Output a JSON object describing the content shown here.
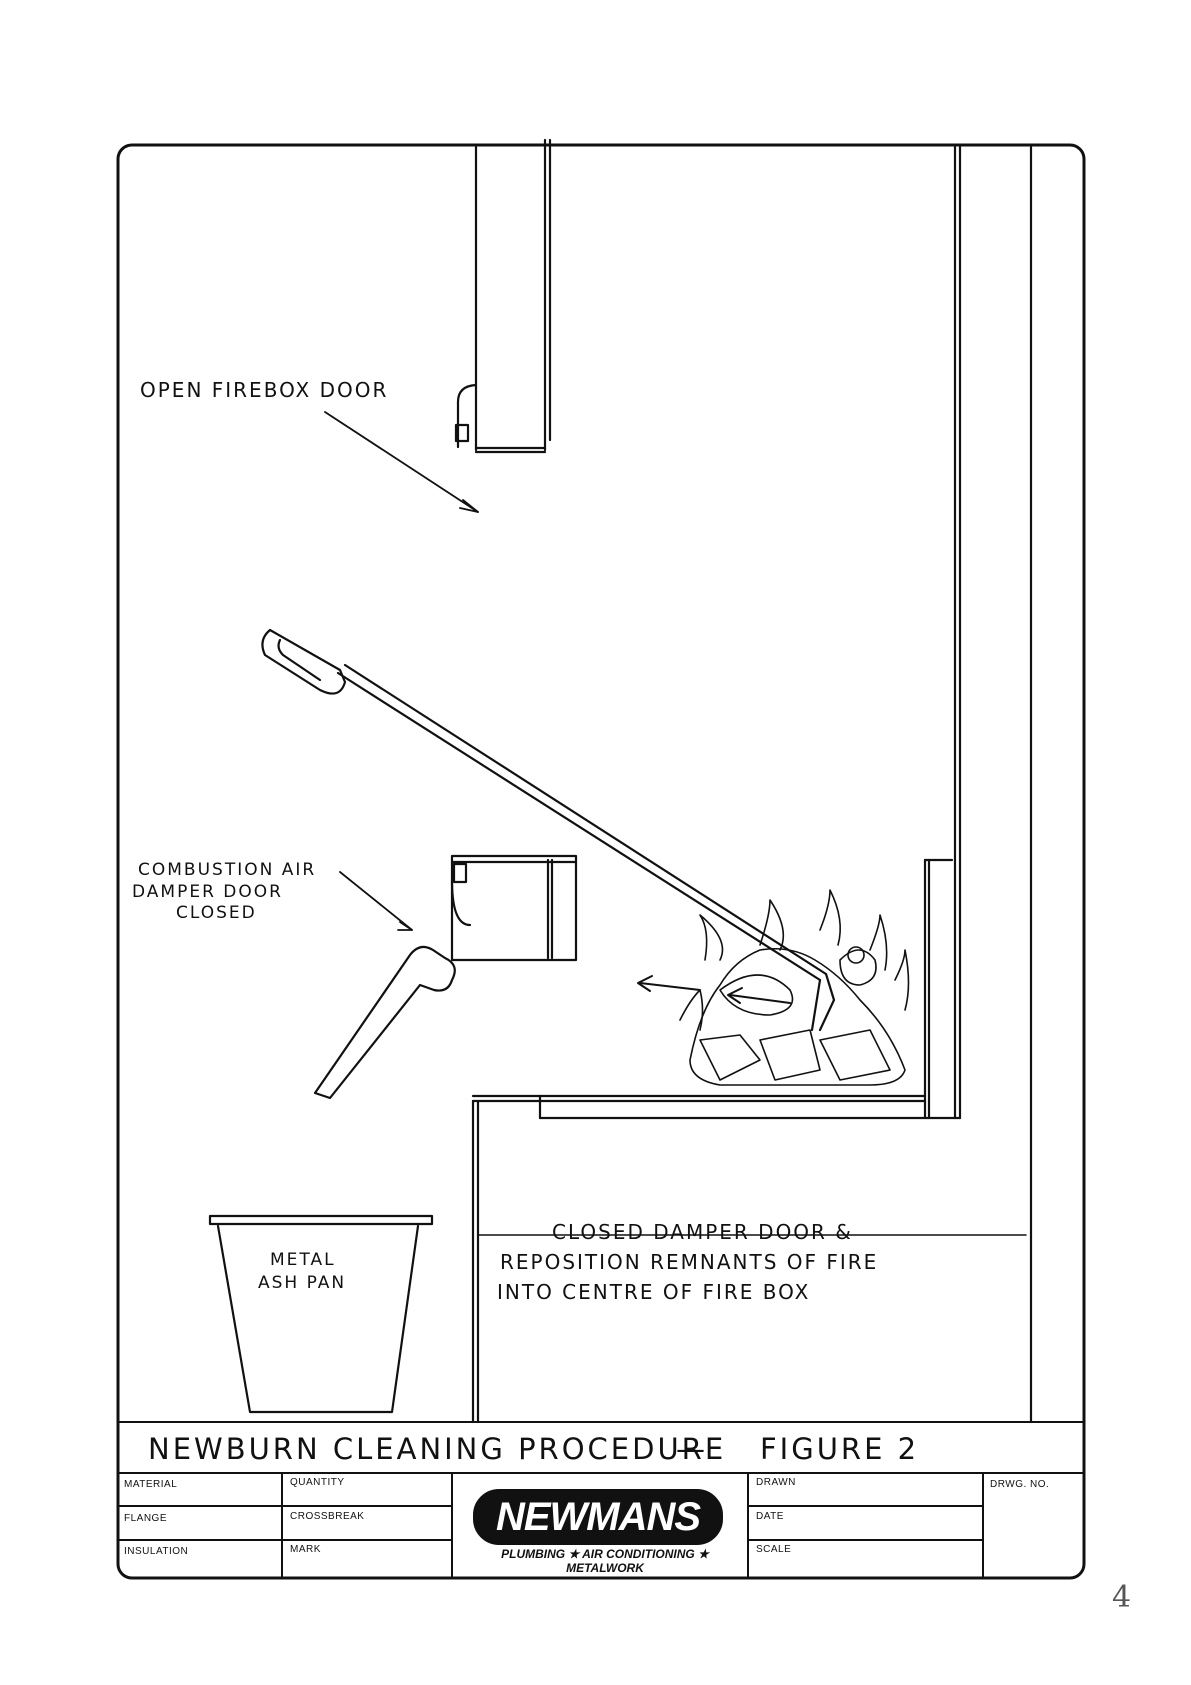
{
  "drawing": {
    "labels": {
      "open_firebox_door": "OPEN FIREBOX DOOR",
      "damper_line1": "COMBUSTION AIR",
      "damper_line2": "DAMPER DOOR",
      "damper_line3": "CLOSED",
      "ash_pan_line1": "METAL",
      "ash_pan_line2": "ASH PAN",
      "note_line1": "CLOSED DAMPER DOOR &",
      "note_line2": "REPOSITION REMNANTS OF FIRE",
      "note_line3": "INTO CENTRE OF FIRE BOX"
    }
  },
  "title_block": {
    "title": "NEWBURN CLEANING PROCEDURE",
    "dash": "—",
    "figure": "FIGURE 2",
    "material": "MATERIAL",
    "quantity": "QUANTITY",
    "flange": "FLANGE",
    "crossbreak": "CROSSBREAK",
    "insulation": "INSULATION",
    "mark": "MARK",
    "logo": "NEWMANS",
    "tagline": "PLUMBING ★ AIR CONDITIONING ★ METALWORK",
    "drawn": "DRAWN",
    "date": "DATE",
    "scale": "SCALE",
    "drwg_no": "DRWG. No."
  },
  "page_mark": "4"
}
